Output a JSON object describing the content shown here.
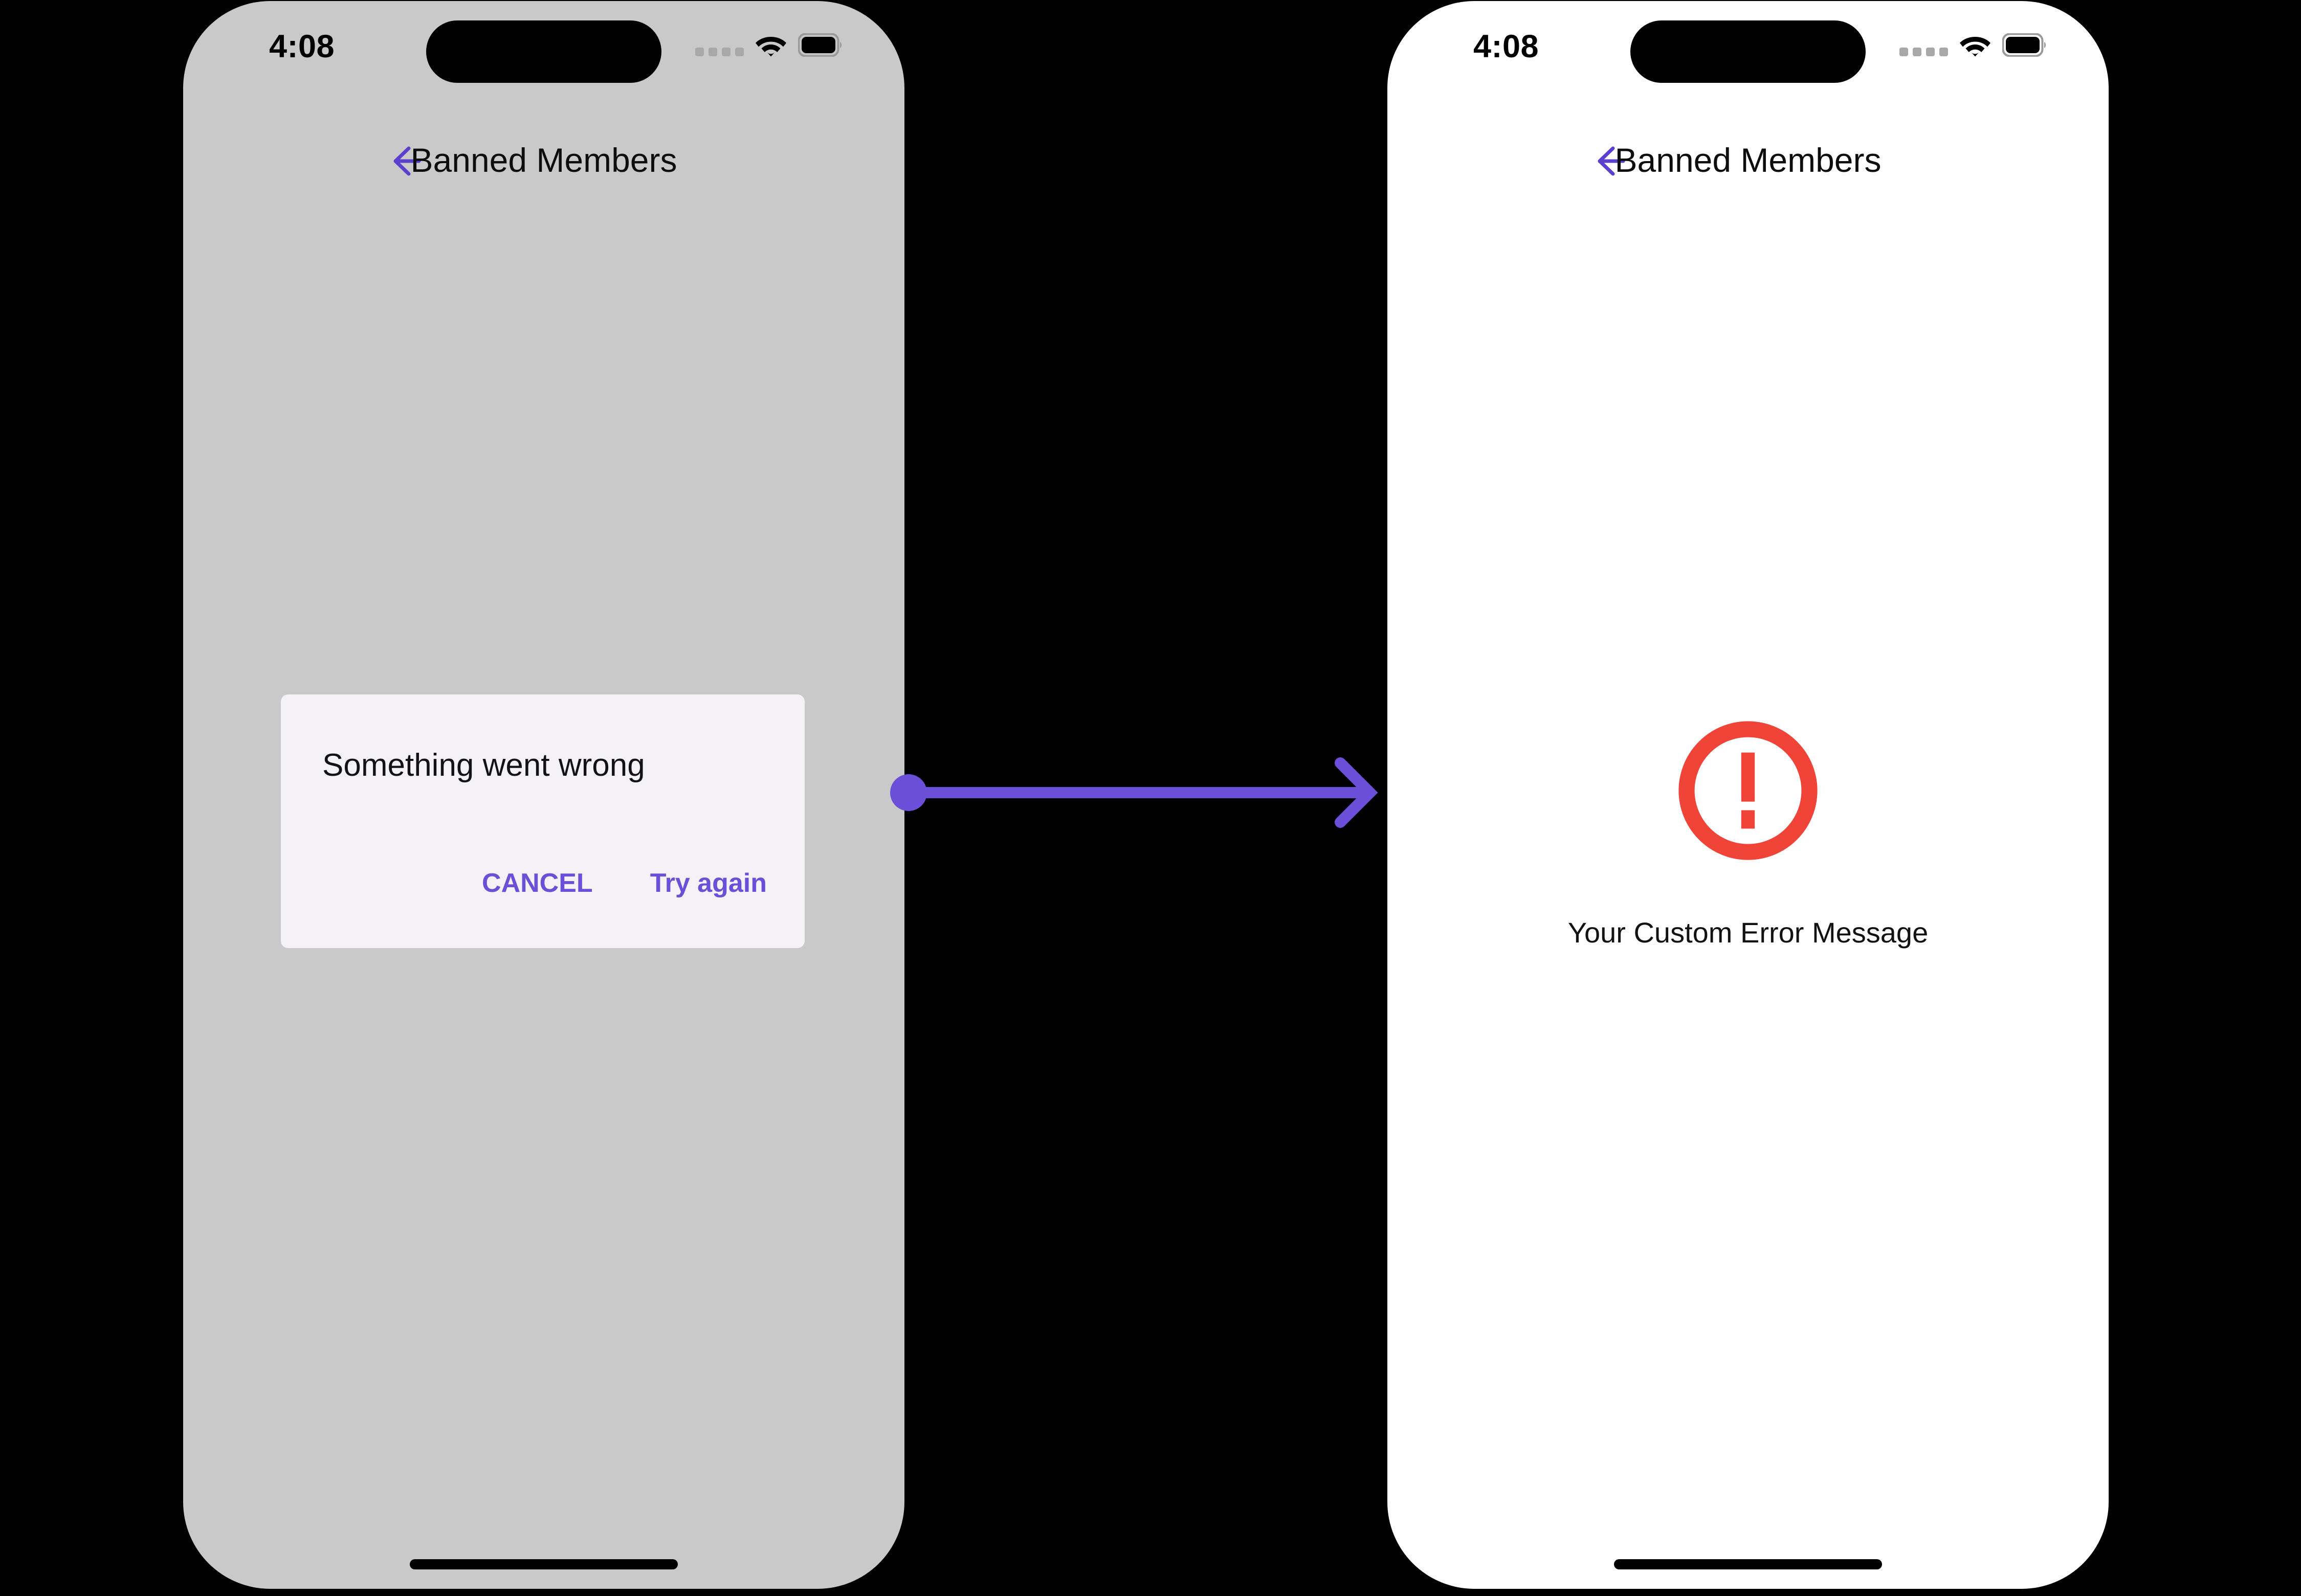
{
  "canvas": {
    "background_color": "#000000",
    "accent_purple": "#6B4FD8",
    "error_red": "#F04438"
  },
  "flow": {
    "arrow_name": "transition-arrow",
    "direction": "left-to-right",
    "color": "#6B4FD8"
  },
  "screens": [
    {
      "id": "before",
      "screen_background": "#c9c9c9",
      "status_bar": {
        "time": "4:08",
        "signal_icon": "signal-dots-icon",
        "wifi_icon": "wifi-icon",
        "battery_icon": "battery-full-icon"
      },
      "nav": {
        "back_icon": "arrow-left-icon",
        "title": "Banned Members"
      },
      "dialog": {
        "title": "Something went wrong",
        "cancel_label": "CANCEL",
        "retry_label": "Try again",
        "background": "#f4f1f7"
      }
    },
    {
      "id": "after",
      "screen_background": "#ffffff",
      "status_bar": {
        "time": "4:08",
        "signal_icon": "signal-dots-icon",
        "wifi_icon": "wifi-icon",
        "battery_icon": "battery-full-icon"
      },
      "nav": {
        "back_icon": "arrow-left-icon",
        "title": "Banned Members"
      },
      "error_state": {
        "icon": "error-exclamation-circle-icon",
        "icon_color": "#F04438",
        "message": "Your Custom Error Message"
      }
    }
  ]
}
